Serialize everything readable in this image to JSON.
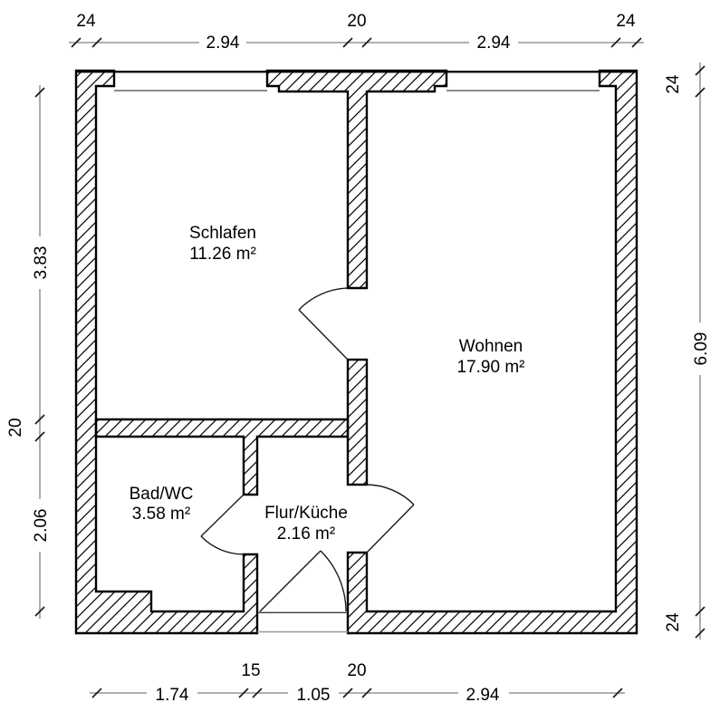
{
  "rooms": {
    "schlafen": {
      "name": "Schlafen",
      "area": "11.26 m²"
    },
    "wohnen": {
      "name": "Wohnen",
      "area": "17.90 m²"
    },
    "bad": {
      "name": "Bad/WC",
      "area": "3.58 m²"
    },
    "flur": {
      "name": "Flur/Küche",
      "area": "2.16 m²"
    }
  },
  "dimensions": {
    "top_24_left": "24",
    "top_294_left": "2.94",
    "top_20": "20",
    "top_294_right": "2.94",
    "top_24_right": "24",
    "left_383": "3.83",
    "left_20": "20",
    "left_206": "2.06",
    "right_24_top": "24",
    "right_609": "6.09",
    "right_24_bottom": "24",
    "bottom_15": "15",
    "bottom_20": "20",
    "bottom_174": "1.74",
    "bottom_105": "1.05",
    "bottom_294": "2.94"
  },
  "colors": {
    "line": "#000000",
    "dim_line": "#808080",
    "window_line": "#8c8c8c",
    "background": "#ffffff"
  }
}
